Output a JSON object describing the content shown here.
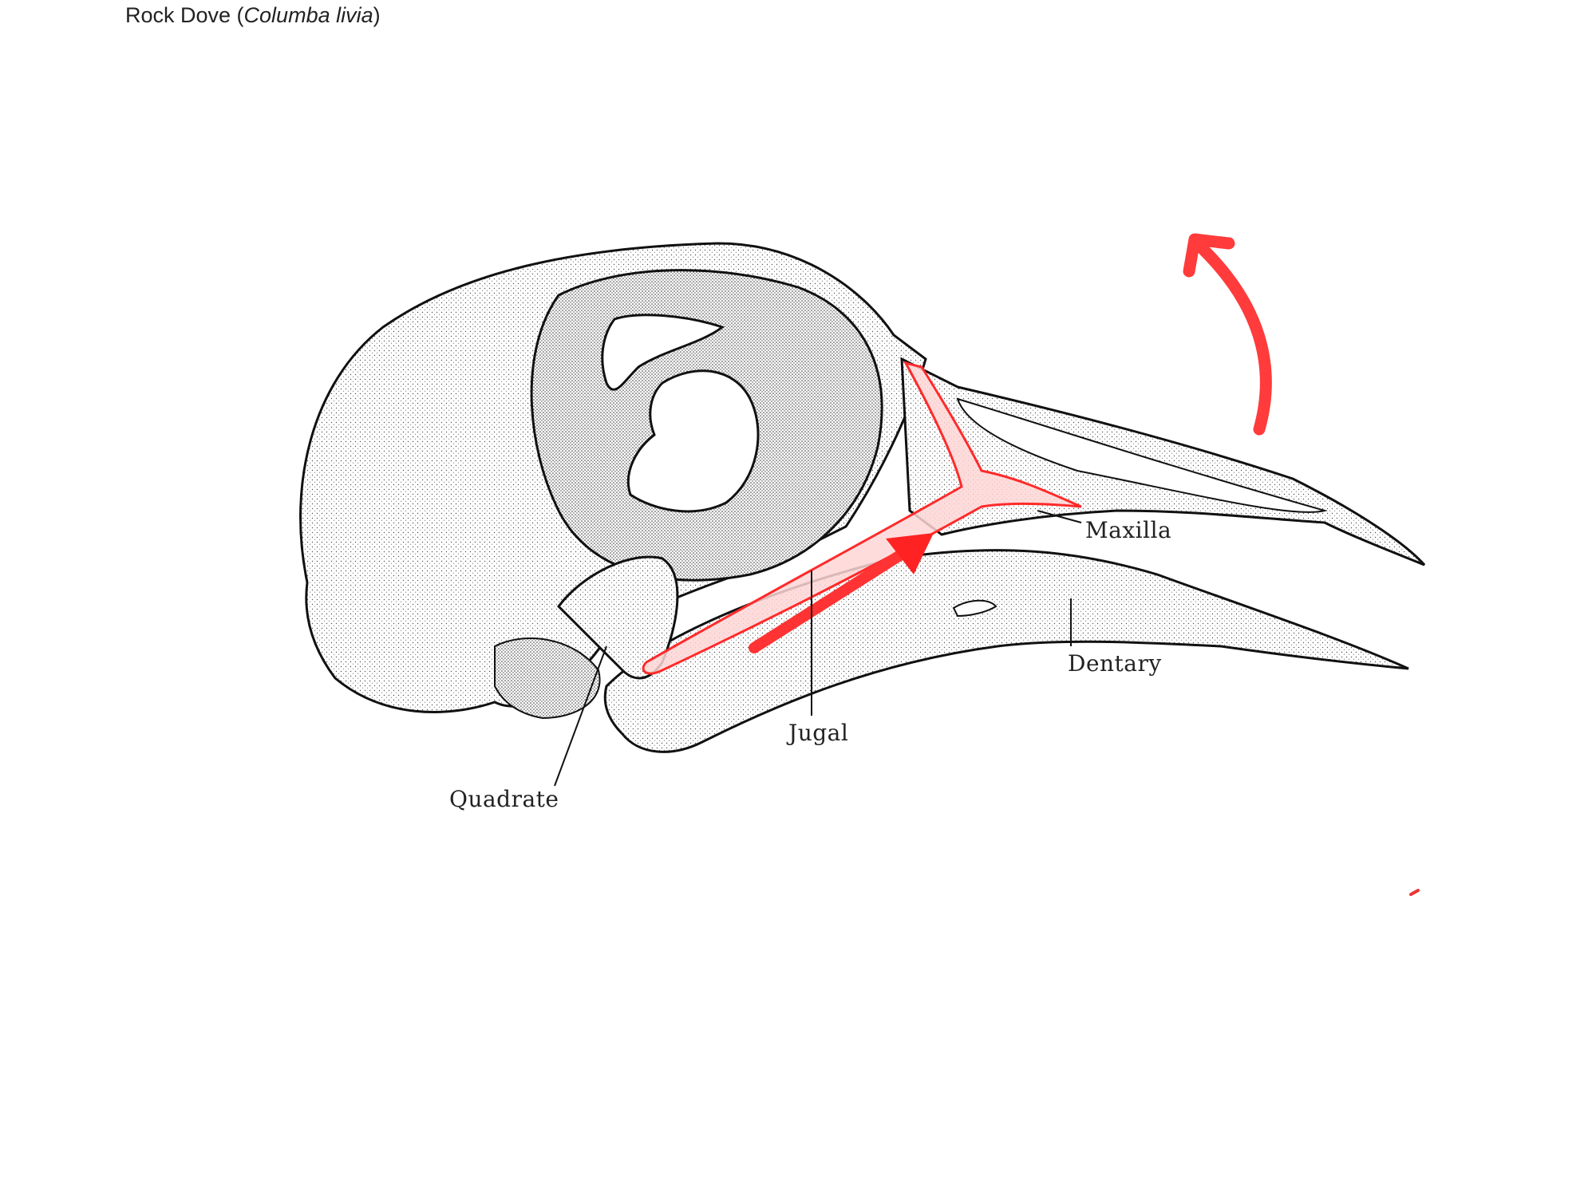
{
  "title": {
    "common_name": "Rock Dove (",
    "scientific_name": "Columba livia",
    "close": ")"
  },
  "labels": {
    "maxilla": "Maxilla",
    "dentary": "Dentary",
    "jugal": "Jugal",
    "quadrate": "Quadrate"
  },
  "annotations": {
    "highlight_color": "#ff2a2a",
    "highlight_fill": "#ffd6d6",
    "arrow_rotation": "curved arrow indicating upper bill rotating upward",
    "arrow_push": "straight arrow indicating forward push along jugal"
  }
}
